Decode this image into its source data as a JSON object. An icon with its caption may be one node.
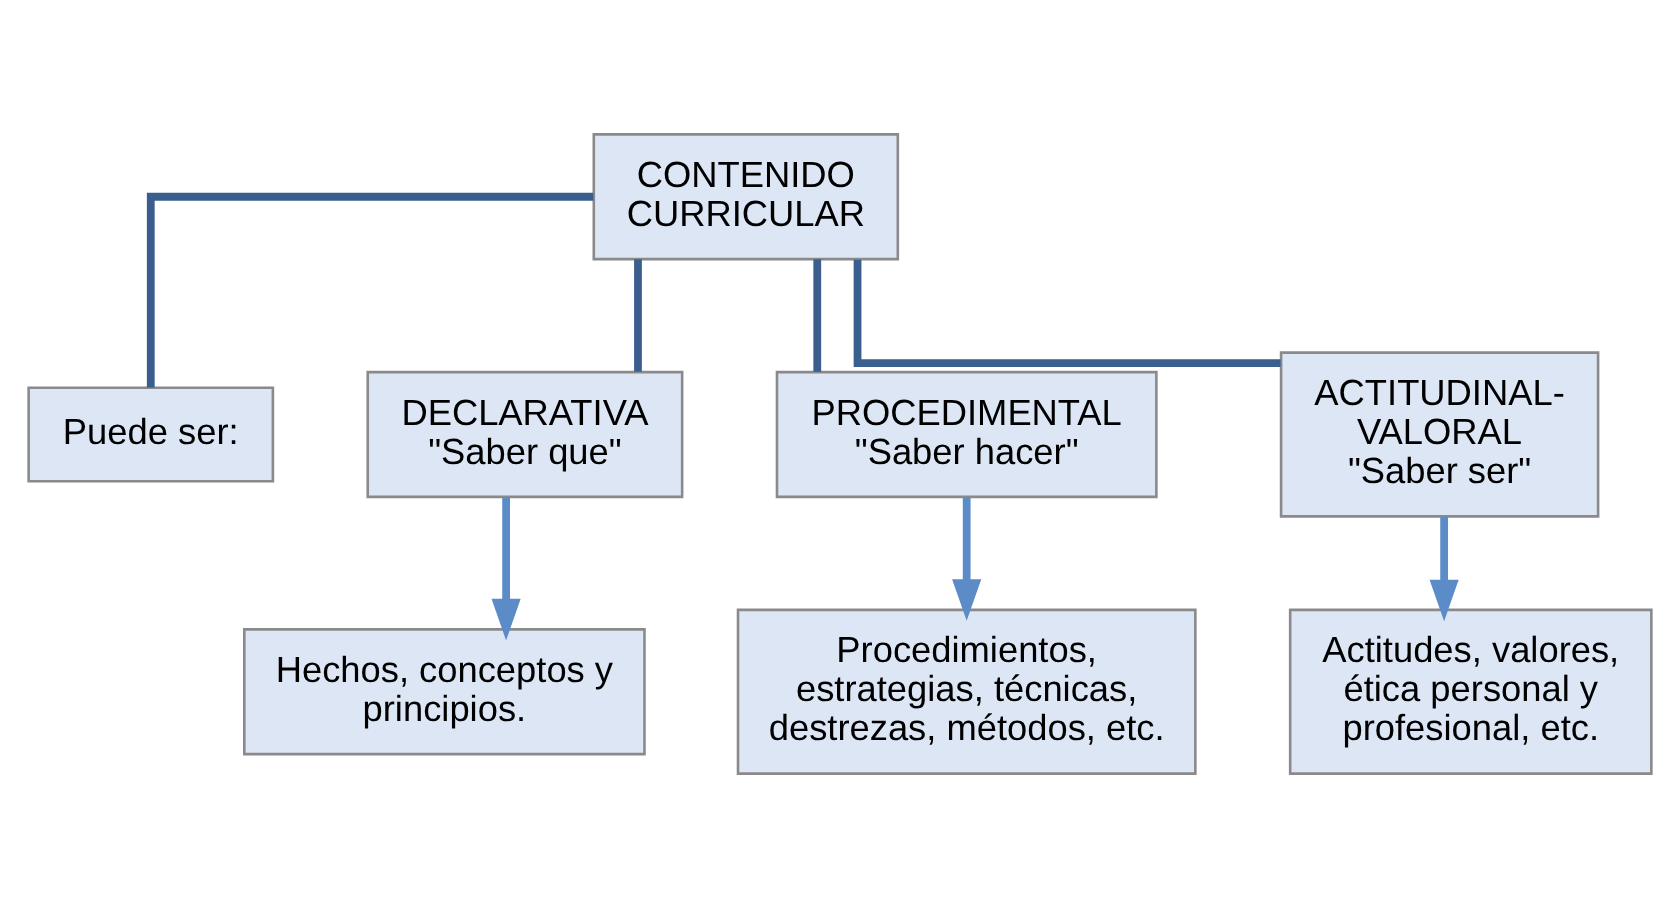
{
  "diagram": {
    "nodes": [
      {
        "text": [
          "CONTENIDO CURRICULAR"
        ]
      },
      {
        "text": [
          "Puede ser:"
        ]
      },
      {
        "text": [
          "DECLARATIVA",
          "\"Saber que\""
        ]
      },
      {
        "text": [
          "PROCEDIMENTAL",
          "\"Saber hacer\""
        ]
      },
      {
        "text": [
          "ACTITUDINAL- VALORAL",
          "\"Saber ser\""
        ]
      },
      {
        "text": [
          "Hechos, conceptos y principios."
        ]
      },
      {
        "text": [
          "Procedimientos, estrategias, técnicas, destrezas, métodos, etc."
        ]
      },
      {
        "text": [
          "Actitudes, valores, ética personal y profesional, etc."
        ]
      }
    ],
    "edges": [
      {
        "from": 0,
        "to": 1,
        "arrow": "none"
      },
      {
        "from": 0,
        "to": 2,
        "arrow": "none"
      },
      {
        "from": 0,
        "to": 3,
        "arrow": "none"
      },
      {
        "from": 0,
        "to": 4,
        "arrow": "none"
      },
      {
        "from": 2,
        "to": 5,
        "arrow": "to",
        "color": "#5b8cc8"
      },
      {
        "from": 3,
        "to": 6,
        "arrow": "to",
        "color": "#5b8cc8"
      },
      {
        "from": 4,
        "to": 7,
        "arrow": "to",
        "color": "#5b8cc8"
      }
    ]
  }
}
